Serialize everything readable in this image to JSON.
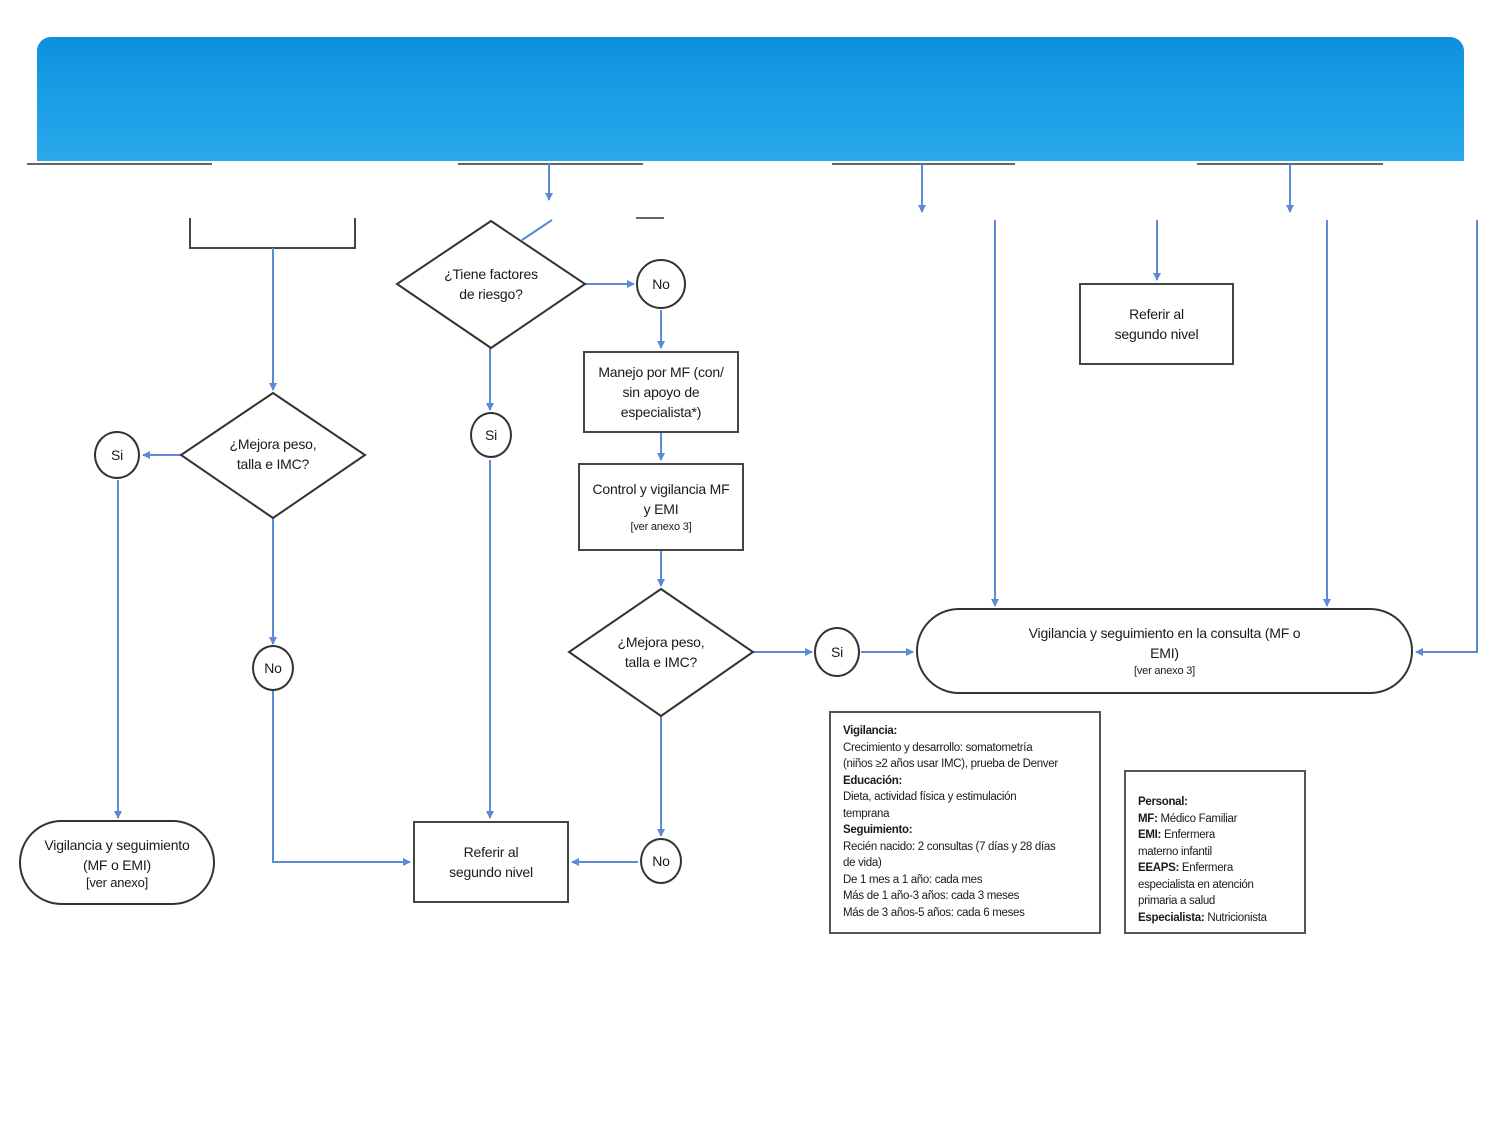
{
  "banner": {
    "color": "#1a9be3"
  },
  "colors": {
    "connector": "#5b8ad6",
    "border": "#444444"
  },
  "nodes": {
    "risk_decision": "¿Tiene factores de riesgo?",
    "no_top": "No",
    "si_risk": "Si",
    "manejo": "Manejo por MF (con/ sin apoyo de especialista*)",
    "control_title": "Control y vigilancia MF y EMI",
    "control_ref": "[ver anexo 3]",
    "mejora_center": "¿Mejora peso, talla e IMC?",
    "si_center": "Si",
    "no_center": "No",
    "vigilancia_consulta_title": "Vigilancia y seguimiento en la consulta (MF o EMI)",
    "vigilancia_consulta_ref": "[ver anexo 3]",
    "refer_center": "Referir al segundo nivel",
    "refer_top_right": "Referir al segundo nivel",
    "mejora_left": "¿Mejora peso, talla e IMC?",
    "si_left": "Si",
    "no_left": "No",
    "vigilancia_left_title": "Vigilancia y seguimiento (MF o EMI)",
    "vigilancia_left_ref": "[ver anexo]"
  },
  "notes": {
    "vigilancia_heading": "Vigilancia:",
    "vigilancia_lines": [
      "Crecimiento y desarrollo: somatometría",
      "(niños ≥2 años usar IMC), prueba de Denver"
    ],
    "educacion_heading": "Educación:",
    "educacion_lines": [
      "Dieta, actividad física y estimulación",
      "temprana"
    ],
    "seguimiento_heading": "Seguimiento:",
    "seguimiento_lines": [
      "Recién nacido: 2 consultas (7 días y 28 días",
      "de vida)",
      "De 1 mes a 1 año: cada mes",
      "Más de 1 año-3 años: cada 3 meses",
      "Más de 3 años-5 años: cada 6 meses"
    ],
    "personal_heading": "Personal:",
    "personal_mf_key": "MF:",
    "personal_mf_val": " Médico Familiar",
    "personal_emi_key": "EMI:",
    "personal_emi_val": " Enfermera",
    "personal_emi_val2": "materno infantil",
    "personal_eeaps_key": "EEAPS:",
    "personal_eeaps_val": " Enfermera",
    "personal_eeaps_val2": "especialista en atención",
    "personal_eeaps_val3": "primaria a salud",
    "personal_esp_key": "Especialista:",
    "personal_esp_val": " Nutricionista"
  }
}
